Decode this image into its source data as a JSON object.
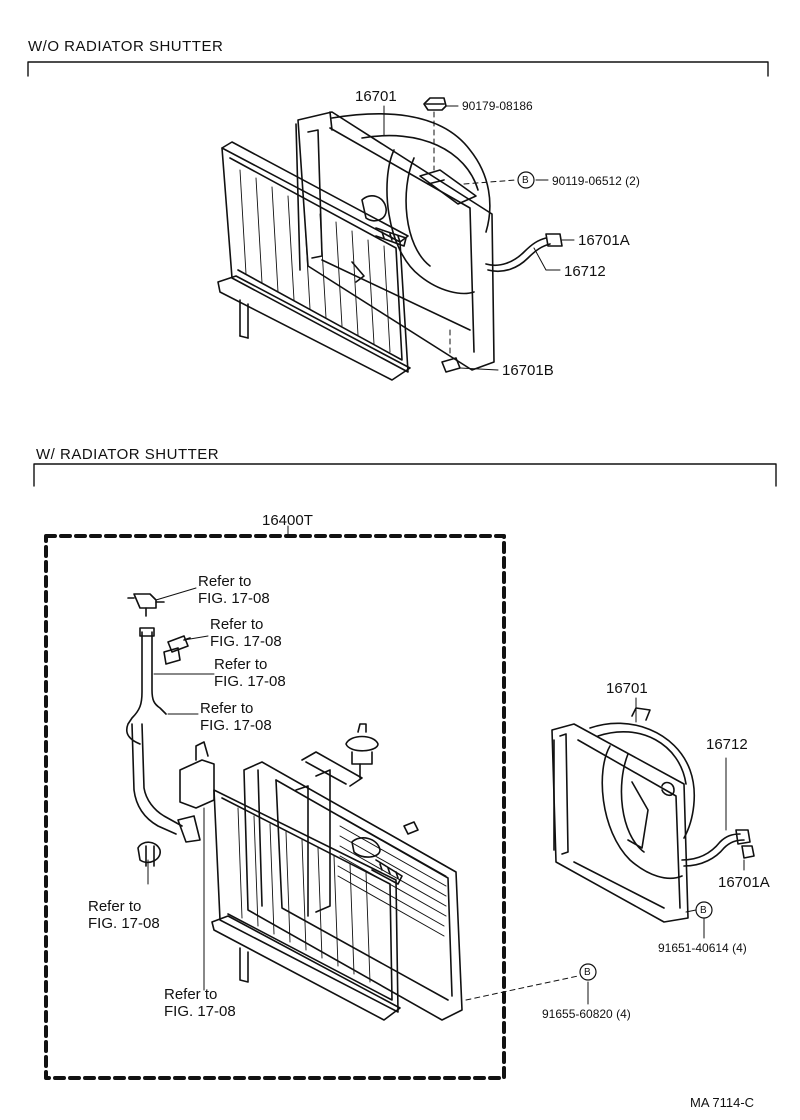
{
  "sections": {
    "top": {
      "title": "W/O RADIATOR  SHUTTER"
    },
    "bottom": {
      "title": "W/ RADIATOR  SHUTTER"
    }
  },
  "top_parts": {
    "shroud": "16701",
    "cap": "90179-08186",
    "bolt": "90119-06512 (2)",
    "upper_pad": "16701A",
    "wiring": "16712",
    "lower_pad": "16701B"
  },
  "bottom_parts": {
    "shutter_assembly": "16400T",
    "shroud": "16701",
    "wiring": "16712",
    "pad": "16701A",
    "shroud_bolt": "91651-40614 (4)",
    "radiator_bolt": "91655-60820 (4)"
  },
  "bolt_marker": "B",
  "refer": {
    "line1": "Refer to",
    "line2": "FIG. 17-08"
  },
  "footer": {
    "code": "MA  7114-C"
  }
}
